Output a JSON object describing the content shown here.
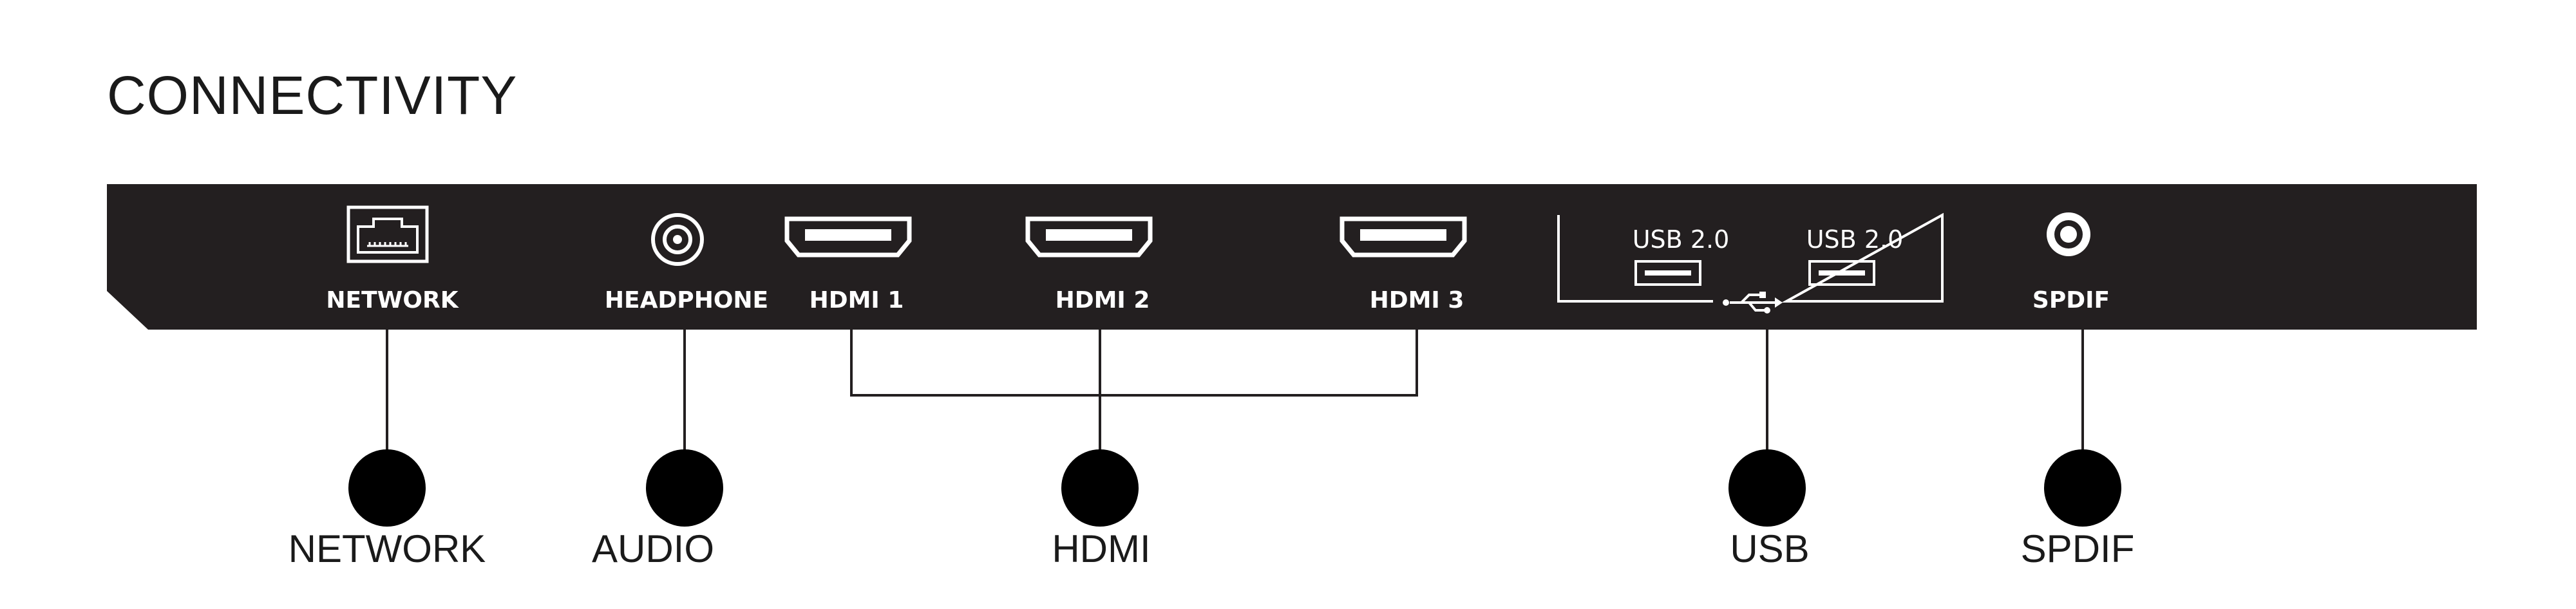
{
  "title": "CONNECTIVITY",
  "colors": {
    "panel": "#231f20",
    "text": "#1a1a1a",
    "port_text": "#ffffff"
  },
  "ports": [
    {
      "id": "network",
      "label": "NETWORK",
      "icon": "ethernet-port-icon"
    },
    {
      "id": "headphone",
      "label": "HEADPHONE",
      "icon": "headphone-jack-icon"
    },
    {
      "id": "hdmi1",
      "label": "HDMI 1",
      "icon": "hdmi-port-icon"
    },
    {
      "id": "hdmi2",
      "label": "HDMI 2",
      "icon": "hdmi-port-icon"
    },
    {
      "id": "hdmi3",
      "label": "HDMI 3",
      "icon": "hdmi-port-icon"
    },
    {
      "id": "usb",
      "label": "",
      "icon": "usb-symbol-icon",
      "sub_ports": [
        "USB 2.0",
        "USB 2.0"
      ]
    },
    {
      "id": "spdif",
      "label": "SPDIF",
      "icon": "coaxial-port-icon"
    }
  ],
  "categories": [
    {
      "id": "network",
      "label": "NETWORK"
    },
    {
      "id": "audio",
      "label": "AUDIO"
    },
    {
      "id": "hdmi",
      "label": "HDMI"
    },
    {
      "id": "usb",
      "label": "USB"
    },
    {
      "id": "spdif",
      "label": "SPDIF"
    }
  ]
}
